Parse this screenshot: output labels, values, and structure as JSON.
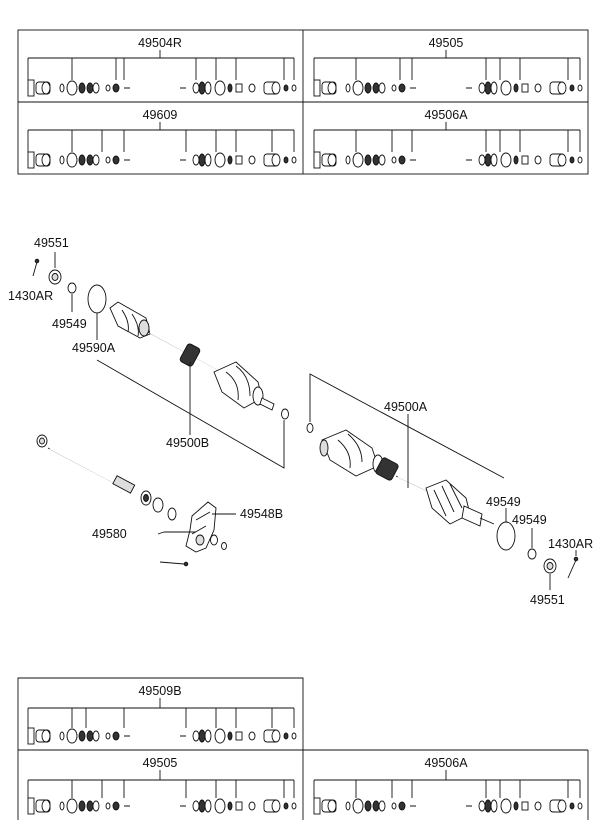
{
  "frame_top": {
    "boxes": [
      {
        "label": "49504R"
      },
      {
        "label": "49505"
      },
      {
        "label": "49609"
      },
      {
        "label": "49506A"
      }
    ]
  },
  "frame_bottom": {
    "boxes": [
      {
        "label": "49509B"
      },
      {
        "label": "49505"
      },
      {
        "label": "49506A"
      }
    ]
  },
  "callouts": {
    "left_49551": "49551",
    "left_1430AR": "1430AR",
    "left_49549": "49549",
    "left_49590A": "49590A",
    "left_49500B": "49500B",
    "left_49580": "49580",
    "left_49548B": "49548B",
    "right_49500A": "49500A",
    "right_49549a": "49549",
    "right_49549b": "49549",
    "right_1430AR": "1430AR",
    "right_49551": "49551"
  }
}
